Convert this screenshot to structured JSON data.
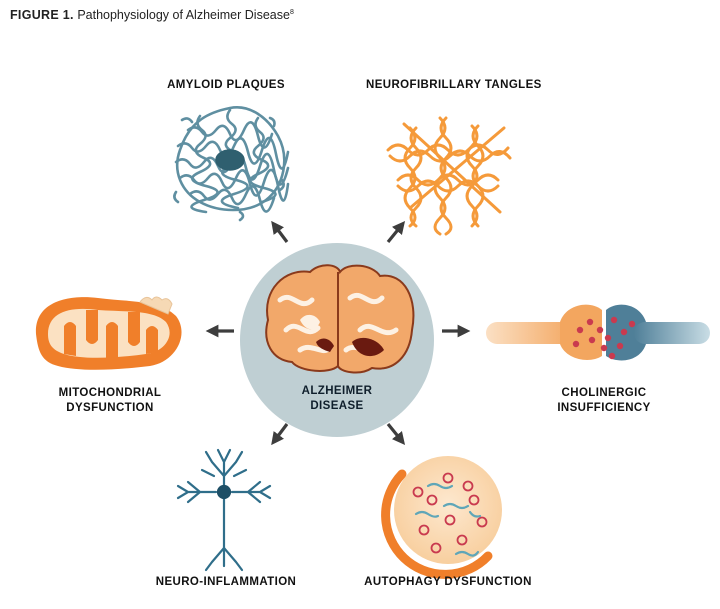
{
  "caption": {
    "figure": "FIGURE 1.",
    "title": "Pathophysiology of Alzheimer Disease",
    "ref": "8"
  },
  "center": {
    "line1": "ALZHEIMER",
    "line2": "DISEASE"
  },
  "nodes": {
    "amyloid": {
      "label": "AMYLOID PLAQUES",
      "icon": "amyloid-plaque-icon"
    },
    "tangles": {
      "label": "NEUROFIBRILLARY TANGLES",
      "icon": "neurofibrillary-tangle-icon"
    },
    "mito": {
      "line1": "MITOCHONDRIAL",
      "line2": "DYSFUNCTION",
      "icon": "mitochondrion-icon"
    },
    "chol": {
      "line1": "CHOLINERGIC",
      "line2": "INSUFFICIENCY",
      "icon": "synapse-icon"
    },
    "neuro": {
      "label": "NEURO-INFLAMMATION",
      "icon": "neuron-icon"
    },
    "auto": {
      "label": "AUTOPHAGY DYSFUNCTION",
      "icon": "autophagosome-icon"
    }
  },
  "colors": {
    "center_circle": "#bfcfd3",
    "amyloid": "#5f8fa1",
    "tangles": "#f59a3a",
    "mito": "#f07f2a",
    "synapse_orange": "#f3a65f",
    "synapse_blue": "#4f7f98",
    "dots": "#c93a4f",
    "neuron": "#2f6e8a",
    "arrows": "#3d3d3d"
  }
}
